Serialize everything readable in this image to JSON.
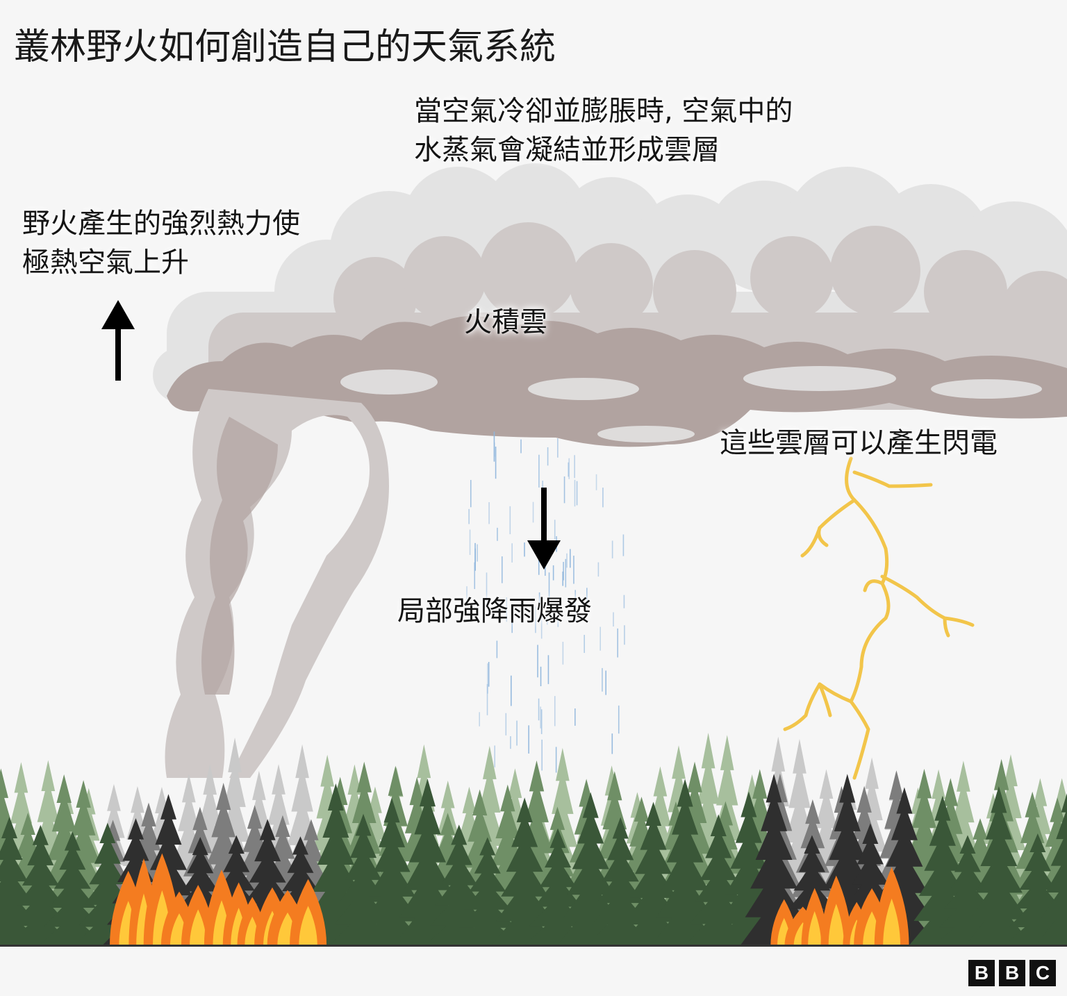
{
  "title": "叢林野火如何創造自己的天氣系統",
  "annotations": {
    "condensation_line1": "當空氣冷卻並膨脹時, 空氣中的",
    "condensation_line2": "水蒸氣會凝結並形成雲層",
    "rising_line1": "野火產生的強烈熱力使",
    "rising_line2": "極熱空氣上升",
    "cloud_name": "火積雲",
    "rain": "局部強降雨爆發",
    "lightning": "這些雲層可以產生閃電"
  },
  "logo": {
    "letters": [
      "B",
      "B",
      "C"
    ]
  },
  "colors": {
    "background": "#f6f6f6",
    "smoke_dark": "#b1a3a0",
    "smoke_mid": "#cfc9c8",
    "smoke_light": "#e3e3e3",
    "rain": "#8fb6dd",
    "lightning": "#f2c54a",
    "tree_dark": "#3a5738",
    "tree_mid": "#6f8f66",
    "tree_light": "#a7bf9d",
    "tree_burnt": "#2f2f2f",
    "fire_orange": "#f47c20",
    "fire_yellow": "#ffc83a"
  }
}
